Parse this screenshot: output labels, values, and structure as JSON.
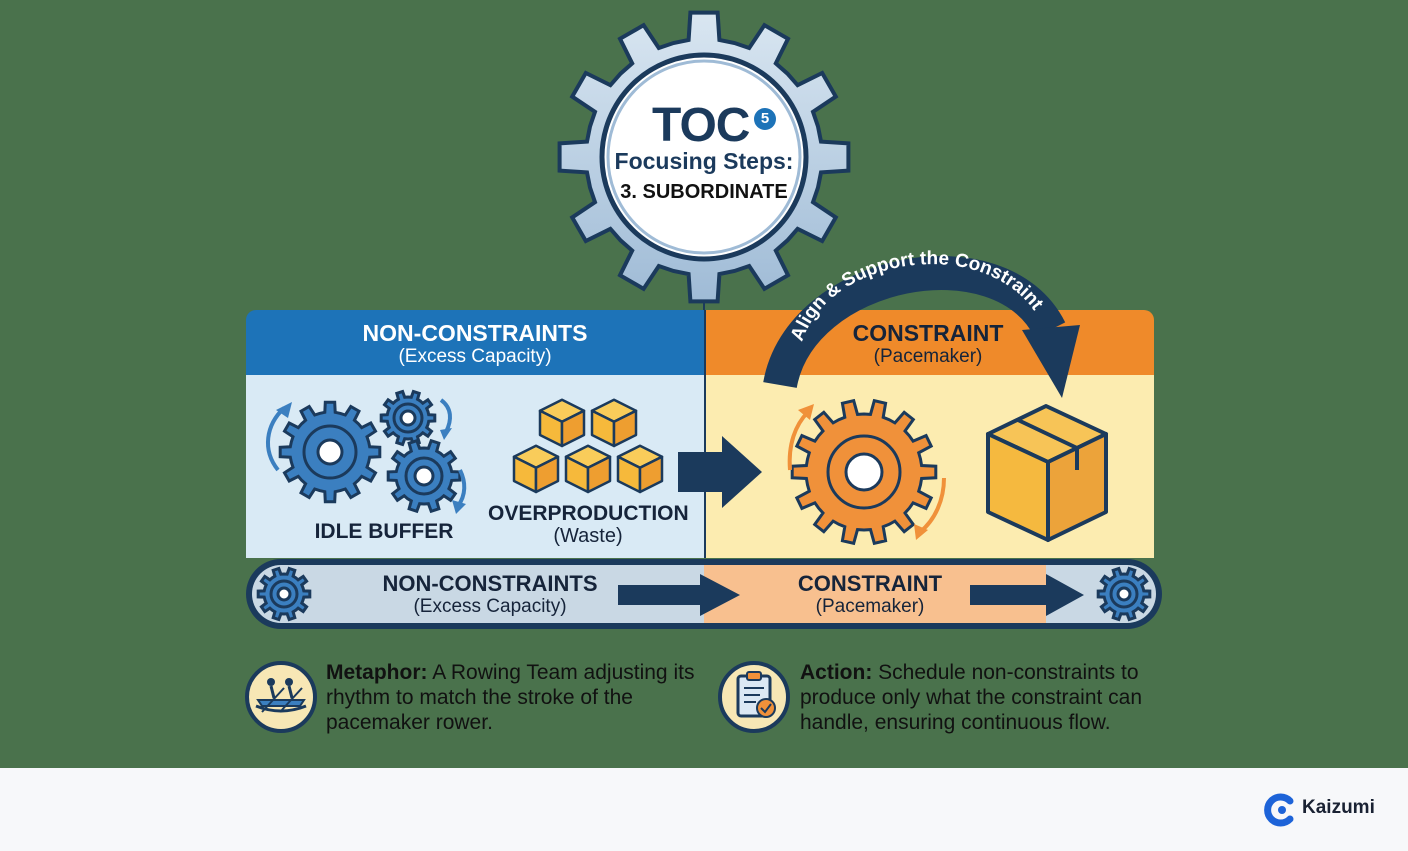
{
  "gear_title": {
    "main": "TOC",
    "badge": "5",
    "line2": "Focusing Steps:",
    "line3": "3. SUBORDINATE"
  },
  "arc_label": "Align & Support the Constraint",
  "non_constraints_panel": {
    "title": "NON-CONSTRAINTS",
    "subtitle": "(Excess Capacity)",
    "idle_label": "IDLE BUFFER",
    "overproduction_label": "OVERPRODUCTION",
    "overproduction_sub": "(Waste)"
  },
  "constraint_panel": {
    "title": "CONSTRAINT",
    "subtitle": "(Pacemaker)"
  },
  "conveyor": {
    "left_title": "NON-CONSTRAINTS",
    "left_sub": "(Excess Capacity)",
    "right_title": "CONSTRAINT",
    "right_sub": "(Pacemaker)"
  },
  "metaphor": {
    "label": "Metaphor:",
    "text": "A Rowing Team adjusting its rhythm to match the stroke of the pacemaker rower."
  },
  "action": {
    "label": "Action:",
    "text": "Schedule non-constraints to produce only what the constraint can handle, ensuring continuous flow."
  },
  "brand": {
    "name": "Kaizumi"
  },
  "colors": {
    "background": "#4a724c",
    "blue_header": "#1d73b8",
    "blue_panel": "#d9eaf5",
    "orange_header": "#ef8a2a",
    "yellow_panel": "#fcecb0",
    "navy": "#1b3a5c",
    "gear_blue": "#3b7fc0",
    "gear_orange": "#f0913a"
  }
}
